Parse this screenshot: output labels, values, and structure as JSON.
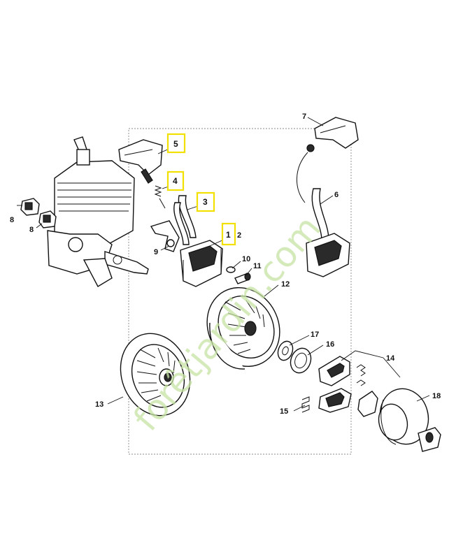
{
  "diagram": {
    "watermark": "forêtjardin.com",
    "highlight_color": "#f2e000",
    "watermark_color": "#c7e3a4",
    "labels": {
      "p1": "1",
      "p2": "2",
      "p3": "3",
      "p4": "4",
      "p5": "5",
      "p6": "6",
      "p7": "7",
      "p8a": "8",
      "p8b": "8",
      "p9": "9",
      "p10": "10",
      "p11": "11",
      "p12": "12",
      "p13": "13",
      "p14": "14",
      "p15": "15",
      "p16": "16",
      "p17": "17",
      "p18": "18"
    },
    "highlighted": [
      "1",
      "3",
      "4",
      "5"
    ]
  }
}
